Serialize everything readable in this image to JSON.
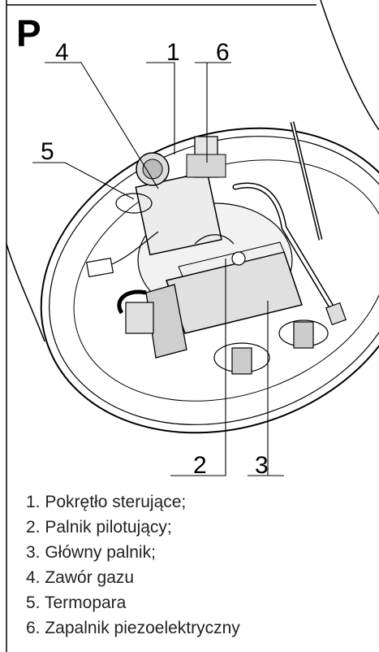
{
  "panel": {
    "letter": "P"
  },
  "callouts": [
    "1",
    "6",
    "4",
    "5",
    "2",
    "3"
  ],
  "legend": [
    "1.  Pokrętło sterujące;",
    "2. Palnik pilotujący;",
    "3. Główny palnik;",
    "4. Zawór gazu",
    "5. Termopara",
    "6. Zapalnik piezoelektryczny"
  ]
}
